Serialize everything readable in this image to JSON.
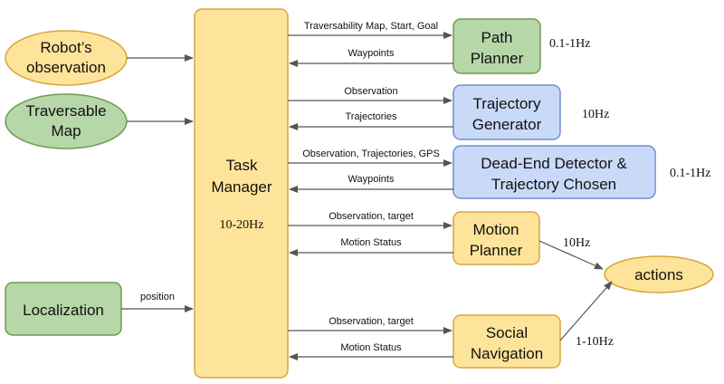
{
  "colors": {
    "yellow_fill": "#fde49a",
    "yellow_stroke": "#d9a53a",
    "green_fill": "#b6d7a8",
    "green_stroke": "#6e9a55",
    "blue_fill": "#c9daf8",
    "blue_stroke": "#6d8fd0",
    "arrow": "#555555"
  },
  "inputs": {
    "robot_observation": {
      "line1": "Robot’s",
      "line2": "observation"
    },
    "traversable_map": {
      "line1": "Traversable",
      "line2": "Map"
    },
    "localization": {
      "label": "Localization"
    },
    "position_label": "position"
  },
  "task_manager": {
    "line1": "Task",
    "line2": "Manager",
    "rate": "10-20Hz"
  },
  "modules": {
    "path_planner": {
      "line1": "Path",
      "line2": "Planner",
      "rate": "0.1-1Hz",
      "out_label": "Traversability Map, Start, Goal",
      "in_label": "Waypoints"
    },
    "trajectory_generator": {
      "line1": "Trajectory",
      "line2": "Generator",
      "rate": "10Hz",
      "out_label": "Observation",
      "in_label": "Trajectories"
    },
    "dead_end_detector": {
      "line1": "Dead-End Detector &",
      "line2": "Trajectory Chosen",
      "rate": "0.1-1Hz",
      "out_label": "Observation, Trajectories, GPS",
      "in_label": "Waypoints"
    },
    "motion_planner": {
      "line1": "Motion",
      "line2": "Planner",
      "rate": "10Hz",
      "out_label": "Observation, target",
      "in_label": "Motion Status"
    },
    "social_navigation": {
      "line1": "Social",
      "line2": "Navigation",
      "rate": "1-10Hz",
      "out_label": "Observation, target",
      "in_label": "Motion Status"
    }
  },
  "actions": {
    "label": "actions"
  }
}
